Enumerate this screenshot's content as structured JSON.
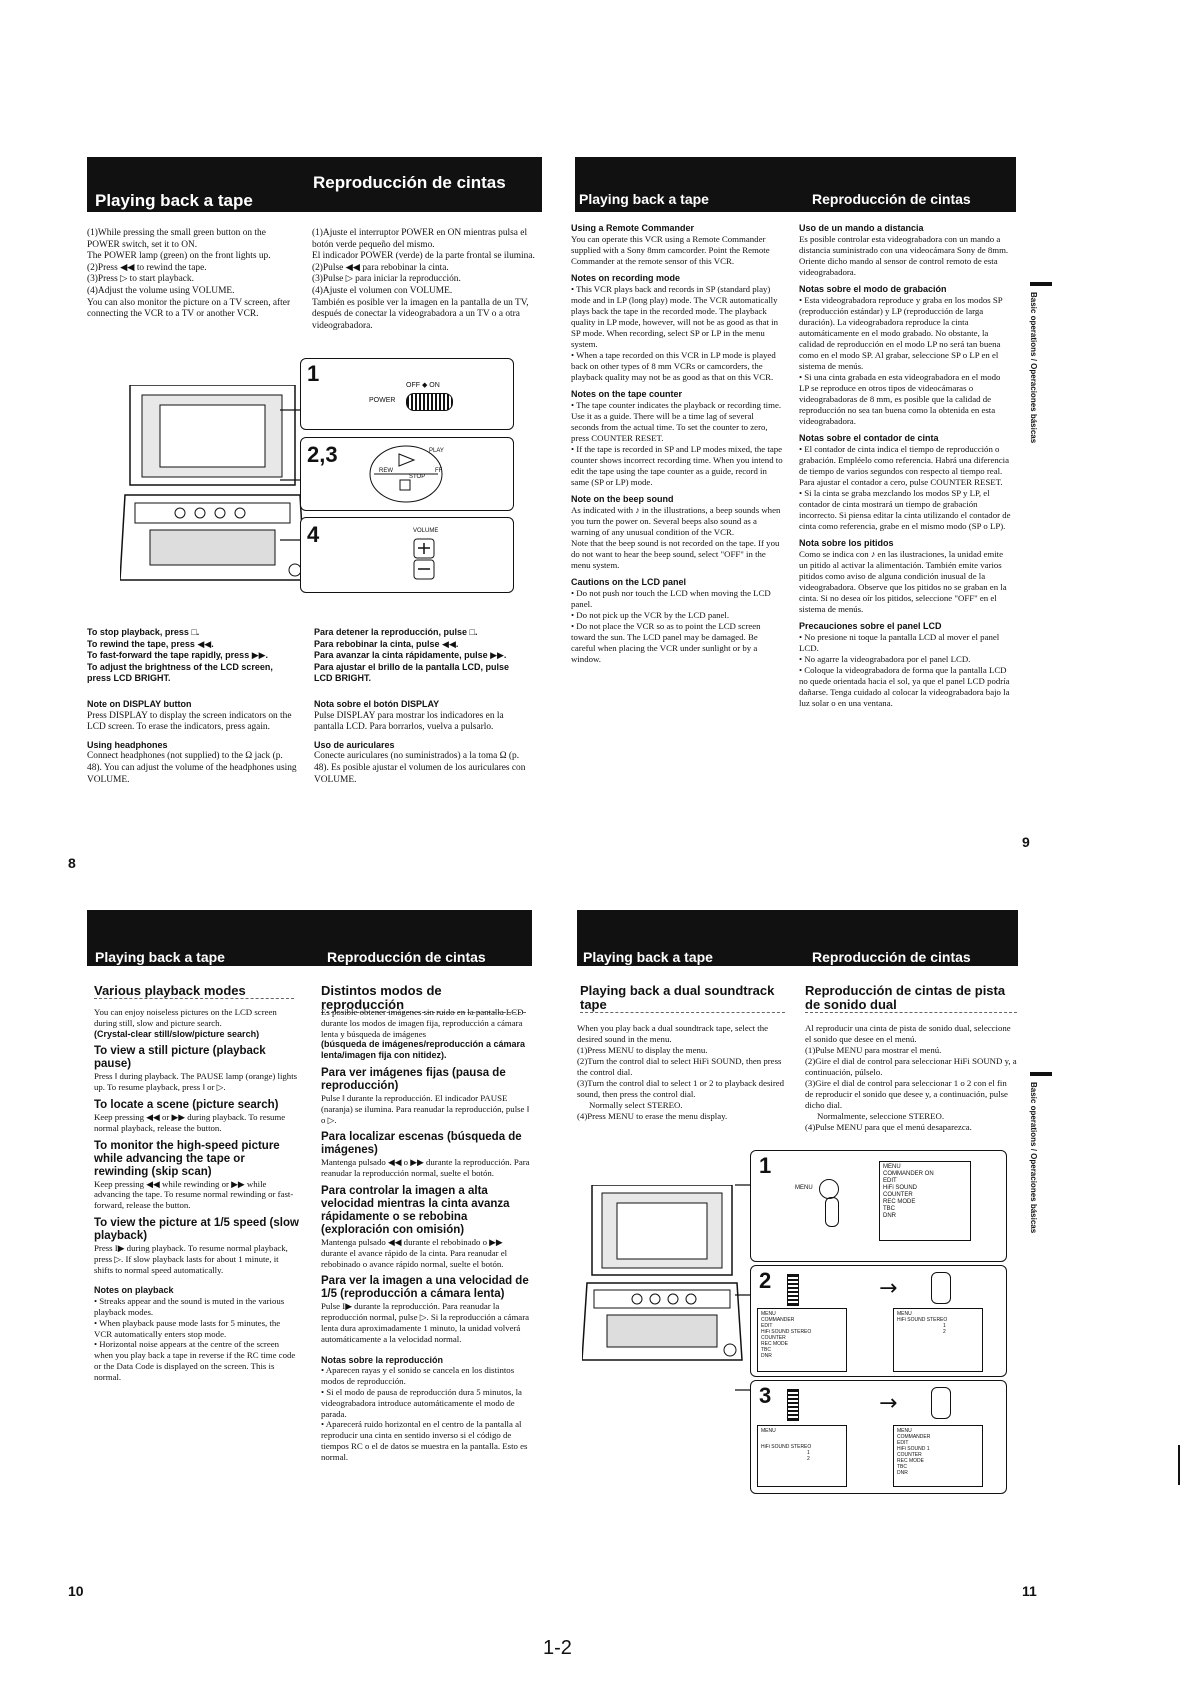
{
  "page_footer": "1-2",
  "sidebar_label": "Basic operations / Operaciones básicas",
  "page8": {
    "num": "8",
    "bar_en": "Playing back a tape",
    "bar_es": "Reproducción de cintas",
    "en_steps": [
      "(1)While pressing the small green button on the POWER switch, set it to ON.",
      "The POWER lamp (green) on the front lights up.",
      "(2)Press ◀◀ to rewind the tape.",
      "(3)Press ▷ to start playback.",
      "(4)Adjust the volume using VOLUME.",
      "You can also monitor the picture on a TV screen, after connecting the VCR to a TV or another VCR."
    ],
    "es_steps": [
      "(1)Ajuste el interruptor POWER en ON mientras pulsa el botón verde pequeño del mismo.",
      "El indicador POWER (verde) de la parte frontal se ilumina.",
      "(2)Pulse ◀◀ para rebobinar la cinta.",
      "(3)Pulse ▷ para iniciar la reproducción.",
      "(4)Ajuste el volumen con VOLUME.",
      "También es posible ver la imagen en la pantalla de un TV, después de conectar la videograbadora a un TV o a otra videograbadora."
    ],
    "fig": {
      "s1": "1",
      "s2": "2,3",
      "s3": "4",
      "power": "POWER",
      "off_on": "OFF ◆ ON",
      "play": "PLAY",
      "rew": "REW",
      "stop": "STOP",
      "ff": "FF",
      "volume": "VOLUME"
    },
    "en_bottom": [
      "To stop playback, press □.",
      "To rewind the tape, press ◀◀.",
      "To fast-forward the tape rapidly, press ▶▶.",
      "To adjust the brightness of the LCD screen, press LCD BRIGHT."
    ],
    "en_note1_h": "Note on DISPLAY button",
    "en_note1": "Press DISPLAY to display the screen indicators on the LCD screen. To erase the indicators, press again.",
    "en_note2_h": "Using headphones",
    "en_note2": "Connect headphones (not supplied) to the Ω jack (p. 48). You can adjust the volume of the headphones using VOLUME.",
    "es_bottom": [
      "Para detener la reproducción, pulse □.",
      "Para rebobinar la cinta, pulse ◀◀.",
      "Para avanzar la cinta rápidamente, pulse ▶▶.",
      "Para ajustar el brillo de la pantalla LCD, pulse LCD BRIGHT."
    ],
    "es_note1_h": "Nota sobre el botón DISPLAY",
    "es_note1": "Pulse DISPLAY para mostrar los indicadores en la pantalla LCD. Para borrarlos, vuelva a pulsarlo.",
    "es_note2_h": "Uso de auriculares",
    "es_note2": "Conecte auriculares (no suministrados) a la toma Ω (p. 48). Es posible ajustar el volumen de los auriculares con VOLUME."
  },
  "page9": {
    "num": "9",
    "bar_en": "Playing back a tape",
    "bar_es": "Reproducción de cintas",
    "en": [
      {
        "h": "Using a Remote Commander",
        "t": "You can operate this VCR using a Remote Commander supplied with a Sony 8mm camcorder. Point the Remote Commander at the remote sensor of this VCR."
      },
      {
        "h": "Notes on recording mode",
        "t": "• This VCR plays back and records in SP (standard play) mode and in LP (long play) mode. The VCR automatically plays back the tape in the recorded mode. The playback quality in LP mode, however, will not be as good as that in SP mode. When recording, select SP or LP in the menu system.\n• When a tape recorded on this VCR in LP mode is played back on other types of 8 mm VCRs or camcorders, the playback quality may not be as good as that on this VCR."
      },
      {
        "h": "Notes on the tape counter",
        "t": "• The tape counter indicates the playback or recording time. Use it as a guide. There will be a time lag of several seconds from the actual time. To set the counter to zero, press COUNTER RESET.\n• If the tape is recorded in SP and LP modes mixed, the tape counter shows incorrect recording time. When you intend to edit the tape using the tape counter as a guide, record in same (SP or LP) mode."
      },
      {
        "h": "Note on the beep sound",
        "t": "As indicated with ♪ in the illustrations, a beep sounds when you turn the power on. Several beeps also sound as a warning of any unusual condition of the VCR.\nNote that the beep sound is not recorded on the tape. If you do not want to hear the beep sound, select \"OFF\" in the menu system."
      },
      {
        "h": "Cautions on the LCD panel",
        "t": "• Do not push nor touch the LCD when moving the LCD panel.\n• Do not pick up the VCR by the LCD panel.\n• Do not place the VCR so as to point the LCD screen toward the sun. The LCD panel may be damaged. Be careful when placing the VCR under sunlight or by a window."
      }
    ],
    "es": [
      {
        "h": "Uso de un mando a distancia",
        "t": "Es posible controlar esta videograbadora con un mando a distancia suministrado con una videocámara Sony de 8mm. Oriente dicho mando al sensor de control remoto de esta videograbadora."
      },
      {
        "h": "Notas sobre el modo de grabación",
        "t": "• Esta videograbadora reproduce y graba en los modos SP (reproducción estándar) y LP (reproducción de larga duración). La videograbadora reproduce la cinta automáticamente en el modo grabado. No obstante, la calidad de reproducción en el modo LP no será tan buena como en el modo SP. Al grabar, seleccione SP o LP en el sistema de menús.\n• Si una cinta grabada en esta videograbadora en el modo LP se reproduce en otros tipos de videocámaras o videograbadoras de 8 mm, es posible que la calidad de reproducción no sea tan buena como la obtenida en esta videograbadora."
      },
      {
        "h": "Notas sobre el contador de cinta",
        "t": "• El contador de cinta indica el tiempo de reproducción o grabación. Empléelo como referencia. Habrá una diferencia de tiempo de varios segundos con respecto al tiempo real. Para ajustar el contador a cero, pulse COUNTER RESET.\n• Si la cinta se graba mezclando los modos SP y LP, el contador de cinta mostrará un tiempo de grabación incorrecto. Si piensa editar la cinta utilizando el contador de cinta como referencia, grabe en el mismo modo (SP o LP)."
      },
      {
        "h": "Nota sobre los pitidos",
        "t": "Como se indica con ♪ en las ilustraciones, la unidad emite un pitido al activar la alimentación. También emite varios pitidos como aviso de alguna condición inusual de la videograbadora. Observe que los pitidos no se graban en la cinta. Si no desea oír los pitidos, seleccione \"OFF\" en el sistema de menús."
      },
      {
        "h": "Precauciones sobre el panel LCD",
        "t": "• No presione ni toque la pantalla LCD al mover el panel LCD.\n• No agarre la videograbadora por el panel LCD.\n• Coloque la videograbadora de forma que la pantalla LCD no quede orientada hacia el sol, ya que el panel LCD podría dañarse. Tenga cuidado al colocar la videograbadora bajo la luz solar o en una ventana."
      }
    ]
  },
  "page10": {
    "num": "10",
    "bar_en": "Playing back a tape",
    "bar_es": "Reproducción de cintas",
    "sub_en": "Various playback modes",
    "sub_es": "Distintos modos de reproducción",
    "en_intro": "You can enjoy noiseless pictures on the LCD screen during still, slow and picture search.",
    "en_intro_b": "(Crystal-clear still/slow/picture search)",
    "en": [
      {
        "h": "To view a still picture (playback pause)",
        "t": "Press ‖ during playback. The PAUSE lamp (orange) lights up. To resume playback, press ‖ or ▷."
      },
      {
        "h": "To locate a scene (picture search)",
        "t": "Keep pressing ◀◀ or ▶▶ during playback. To resume normal playback, release the button."
      },
      {
        "h": "To monitor the high-speed picture while advancing the tape or rewinding (skip scan)",
        "t": "Keep pressing ◀◀ while rewinding or ▶▶ while advancing the tape. To resume normal rewinding or fast-forward, release the button."
      },
      {
        "h": "To view the picture at 1/5 speed (slow playback)",
        "t": "Press I▶ during playback. To resume normal playback, press ▷. If slow playback lasts for about 1 minute, it shifts to normal speed automatically."
      }
    ],
    "en_notes_h": "Notes on playback",
    "en_notes": "• Streaks appear and the sound is muted in the various playback modes.\n• When playback pause mode lasts for 5 minutes, the VCR automatically enters stop mode.\n• Horizontal noise appears at the centre of the screen when you play back a tape in reverse if the RC time code or the Data Code is displayed on the screen. This is normal.",
    "es_intro": "Es posible obtener imágenes sin ruido en la pantalla LCD durante los modos de imagen fija, reproducción a cámara lenta y búsqueda de imágenes",
    "es_intro_b": "(búsqueda de imágenes/reproducción a cámara lenta/imagen fija con nitidez).",
    "es": [
      {
        "h": "Para ver imágenes fijas (pausa de reproducción)",
        "t": "Pulse ‖ durante la reproducción. El indicador PAUSE (naranja) se ilumina. Para reanudar la reproducción, pulse ‖ o ▷."
      },
      {
        "h": "Para localizar escenas (búsqueda de imágenes)",
        "t": "Mantenga pulsado ◀◀ o ▶▶ durante la reproducción. Para reanudar la reproducción normal, suelte el botón."
      },
      {
        "h": "Para controlar la imagen a alta velocidad mientras la cinta avanza rápidamente o se rebobina (exploración con omisión)",
        "t": "Mantenga pulsado ◀◀ durante el rebobinado o ▶▶ durante el avance rápido de la cinta. Para reanudar el rebobinado o avance rápido normal, suelte el botón."
      },
      {
        "h": "Para ver la imagen a una velocidad de 1/5 (reproducción a cámara lenta)",
        "t": "Pulse I▶ durante la reproducción. Para reanudar la reproducción normal, pulse ▷. Si la reproducción a cámara lenta dura aproximadamente 1 minuto, la unidad volverá automáticamente a la velocidad normal."
      }
    ],
    "es_notes_h": "Notas sobre la reproducción",
    "es_notes": "• Aparecen rayas y el sonido se cancela en los distintos modos de reproducción.\n• Si el modo de pausa de reproducción dura 5 minutos, la videograbadora introduce automáticamente el modo de parada.\n• Aparecerá ruido horizontal en el centro de la pantalla al reproducir una cinta en sentido inverso si el código de tiempos RC o el de datos se muestra en la pantalla. Esto es normal."
  },
  "page11": {
    "num": "11",
    "bar_en": "Playing back a tape",
    "bar_es": "Reproducción de cintas",
    "sub_en": "Playing back a dual soundtrack tape",
    "sub_es": "Reproducción de cintas de pista de sonido dual",
    "en": [
      "When you play back a dual soundtrack tape, select the desired sound in the menu.",
      "(1)Press MENU to display the menu.",
      "(2)Turn the control dial to select HiFi SOUND, then press the control dial.",
      "(3)Turn the control dial to select 1 or 2 to playback desired sound, then press the control dial.",
      "Normally select STEREO.",
      "(4)Press MENU to erase the menu display."
    ],
    "es": [
      "Al reproducir una cinta de pista de sonido dual, seleccione el sonido que desee en el menú.",
      "(1)Pulse MENU para mostrar el menú.",
      "(2)Gire el dial de control para seleccionar HiFi SOUND y, a continuación, púlselo.",
      "(3)Gire el dial de control para seleccionar 1 o 2 con el fin de reproducir el sonido que desee y, a continuación, pulse dicho dial.",
      "Normalmente, seleccione STEREO.",
      "(4)Pulse MENU para que el menú desaparezca."
    ],
    "fig": {
      "s1": "1",
      "s2": "2",
      "s3": "3",
      "menu_btn": "MENU",
      "menu1": [
        "MENU",
        "COMMANDER ON",
        "EDIT",
        "HiFi SOUND",
        "COUNTER",
        "REC MODE",
        "TBC",
        "DNR"
      ],
      "menu2a": [
        "MENU",
        "COMMANDER",
        "EDIT",
        "HiFi SOUND  STEREO",
        "COUNTER",
        "REC MODE",
        "TBC",
        "DNR"
      ],
      "menu2b": [
        "MENU",
        "HiFi SOUND  STEREO",
        "1",
        "2"
      ],
      "menu3a": [
        "MENU",
        "HiFi SOUND  STEREO",
        "1",
        "2"
      ],
      "menu3b": [
        "MENU",
        "COMMANDER",
        "EDIT",
        "HiFi SOUND  1",
        "COUNTER",
        "REC MODE",
        "TBC",
        "DNR"
      ]
    }
  }
}
